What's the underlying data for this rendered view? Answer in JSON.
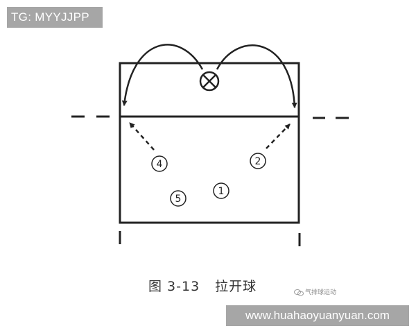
{
  "watermark": {
    "tg_label": "TG: MYYJJPP"
  },
  "court": {
    "players": [
      {
        "id": "1",
        "label": "1"
      },
      {
        "id": "2",
        "label": "2"
      },
      {
        "id": "4",
        "label": "4"
      },
      {
        "id": "5",
        "label": "5"
      }
    ],
    "setter_symbol": "⊗"
  },
  "caption": {
    "figure": "图 3-13",
    "title": "拉开球"
  },
  "wechat_mark": {
    "text": "气排球运动",
    "icon": "wechat-icon"
  },
  "site_banner": {
    "url": "www.huahaoyuanyuan.com"
  }
}
